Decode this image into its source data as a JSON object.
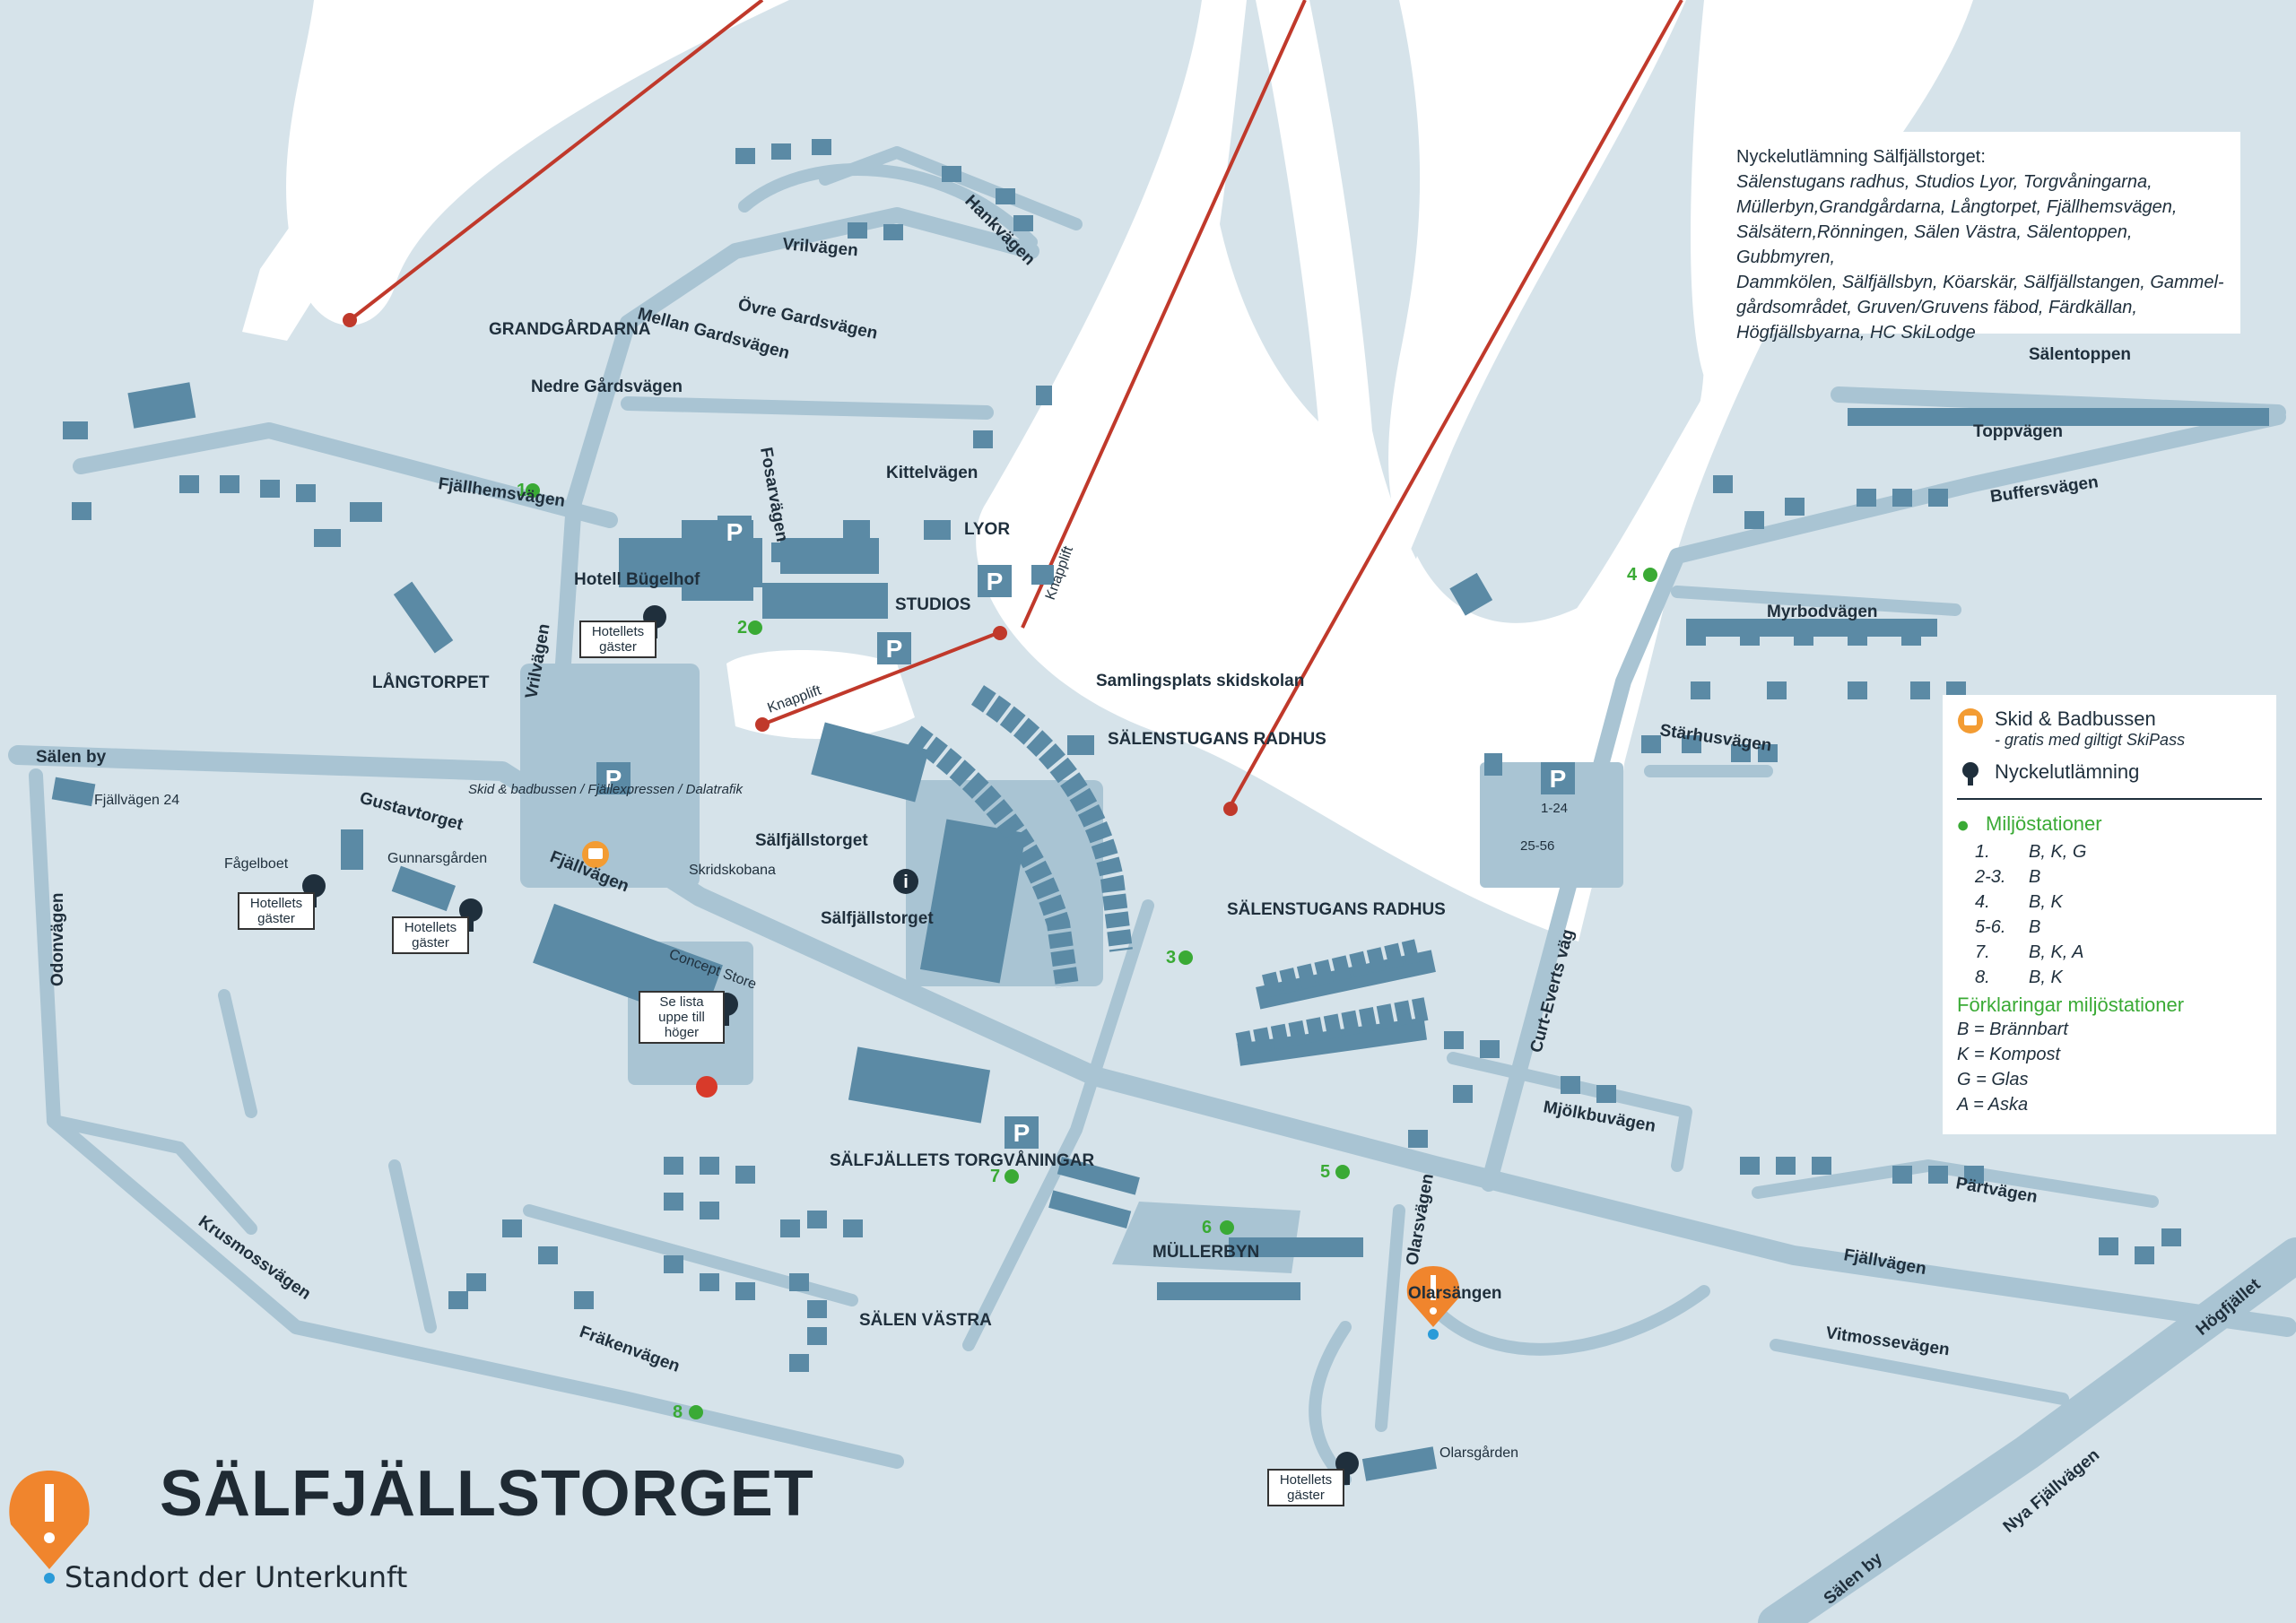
{
  "title": "SÄLFJÄLLSTORGET",
  "location_caption": "Standort der Unterkunft",
  "key_panel": {
    "title": "Nyckelutlämning Sälfjällstorget:",
    "lines": [
      "Sälenstugans radhus, Studios Lyor, Torgvåningarna,",
      "Müllerbyn,Grandgårdarna, Långtorpet, Fjällhemsvägen,",
      "Sälsätern,Rönningen, Sälen Västra, Sälentoppen, Gubbmyren,",
      "Dammkölen, Sälfjällsbyn, Köarskär, Sälfjällstangen, Gammel-",
      "gårdsområdet, Gruven/Gruvens fäbod, Färdkällan,",
      "Högfjällsbyarna, HC SkiLodge"
    ]
  },
  "legend": {
    "bus_title": "Skid & Badbussen",
    "bus_sub": "- gratis med giltigt SkiPass",
    "key_label": "Nyckelutlämning",
    "env_title": "Miljöstationer",
    "stations": [
      {
        "id": "1.",
        "codes": "B, K, G"
      },
      {
        "id": "2-3.",
        "codes": "B"
      },
      {
        "id": "4.",
        "codes": "B, K"
      },
      {
        "id": "5-6.",
        "codes": "B"
      },
      {
        "id": "7.",
        "codes": "B, K, A"
      },
      {
        "id": "8.",
        "codes": "B, K"
      }
    ],
    "expl_title": "Förklaringar miljöstationer",
    "explanations": [
      "B = Brännbart",
      "K = Kompost",
      "G = Glas",
      "A = Aska"
    ]
  },
  "hotel_boxes": [
    {
      "text": "Hotellets gäster"
    },
    {
      "text": "Hotellets gäster"
    },
    {
      "text": "Hotellets gäster"
    },
    {
      "text": "Se lista uppe till höger"
    },
    {
      "text": "Hotellets gäster"
    }
  ],
  "roads": {
    "salen_by_w": "Sälen by",
    "fjallvagen24": "Fjällvägen 24",
    "gustavtorget": "Gustavtorget",
    "fjallvagen_w": "Fjällvägen",
    "odonvagen": "Odonvägen",
    "krusmossvagen": "Krusmossvägen",
    "frakenvagen": "Fräkenvägen",
    "fjallhemsvagen": "Fjällhemsvägen",
    "vrilvagen_v": "Vrilvägen",
    "vrilvagen_n": "Vrilvägen",
    "hankvagen": "Hankvägen",
    "ovre_gardsvagen": "Övre Gardsvägen",
    "mellan_gardsvagen": "Mellan Gardsvägen",
    "nedre_gardsvagen": "Nedre Gårdsvägen",
    "fosarvagen": "Fosarvägen",
    "kittelvagen": "Kittelvägen",
    "toppvagen": "Toppvägen",
    "buffersvagen": "Buffersvägen",
    "myrbodvagen": "Myrbodvägen",
    "starhusvagen": "Stärhusvägen",
    "curt_everts": "Curt-Everts väg",
    "mjolkbuvagen": "Mjölkbuvägen",
    "partvagen": "Pärtvägen",
    "fjallvagen_e": "Fjällvägen",
    "vitmossevagen": "Vitmossevägen",
    "olarsvagen": "Olarsvägen",
    "nya_fjallvagen": "Nya Fjällvägen",
    "hogfjallet": "Högfjället",
    "salen_by_se": "Sälen by",
    "knapplift1": "Knapplift",
    "knapplift2": "Knapplift"
  },
  "areas": {
    "grandgardarna": "GRANDGÅRDARNA",
    "langtorpet": "LÅNGTORPET",
    "hotell_bugelhof": "Hotell Bügelhof",
    "lyor": "LYOR",
    "studios": "STUDIOS",
    "samlingsplats": "Samlingsplats skidskolan",
    "salenstugans_radhus_1": "SÄLENSTUGANS RADHUS",
    "salenstugans_radhus_2": "SÄLENSTUGANS RADHUS",
    "salfjallstorget_1": "Sälfjällstorget",
    "salfjallstorget_2": "Sälfjällstorget",
    "skridskobana": "Skridskobana",
    "concept_store": "Concept Store",
    "fagelboet": "Fågelboet",
    "gunnarsgarden": "Gunnarsgården",
    "bus_note": "Skid & badbussen / Fjällexpressen / Dalatrafik",
    "torgvaningar": "SÄLFJÄLLETS TORGVÅNINGAR",
    "salen_vastra": "SÄLEN VÄSTRA",
    "mullerbyn": "MÜLLERBYN",
    "olarsangen": "Olarsängen",
    "olarsgarden": "Olarsgården",
    "salentoppen": "Sälentoppen",
    "p_1_24": "1-24",
    "p_25_56": "25-56"
  },
  "env_markers": [
    {
      "label": "1"
    },
    {
      "label": "2"
    },
    {
      "label": "3"
    },
    {
      "label": "4"
    },
    {
      "label": "5"
    },
    {
      "label": "6"
    },
    {
      "label": "7"
    },
    {
      "label": "8"
    }
  ],
  "colors": {
    "water": "#d6e3ea",
    "ski_slope": "#ffffff",
    "road": "#a9c4d3",
    "building": "#5b8aa5",
    "lift": "#c0392b",
    "env_green": "#3aaa35",
    "bus_orange": "#f39c33",
    "location_orange": "#f0852d"
  },
  "icons": [
    "parking-icon",
    "bus-stop-icon",
    "key-icon",
    "info-icon",
    "location-pin-icon",
    "wifi-icon",
    "environment-station-icon"
  ]
}
